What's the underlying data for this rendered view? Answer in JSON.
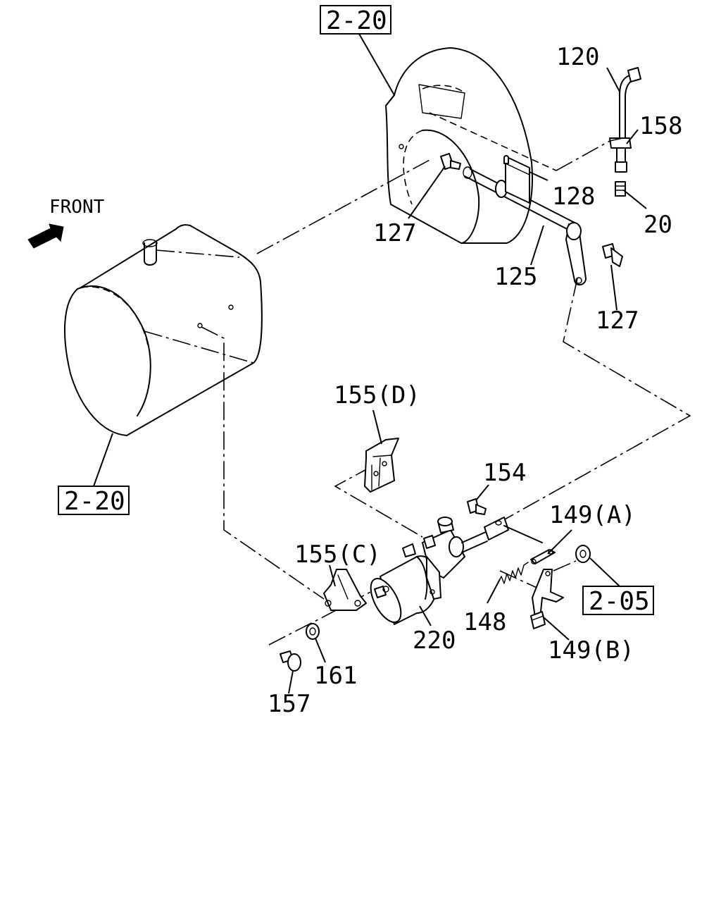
{
  "front_label": "FRONT",
  "refs": {
    "r220_top": "2-20",
    "r220_left": "2-20",
    "r205": "2-05"
  },
  "callouts": {
    "c120": "120",
    "c158": "158",
    "c20": "20",
    "c128": "128",
    "c127a": "127",
    "c125": "125",
    "c127b": "127",
    "c155d": "155(D)",
    "c154": "154",
    "c149a": "149(A)",
    "c155c": "155(C)",
    "c148": "148",
    "c220": "220",
    "c149b": "149(B)",
    "c161": "161",
    "c157": "157"
  }
}
